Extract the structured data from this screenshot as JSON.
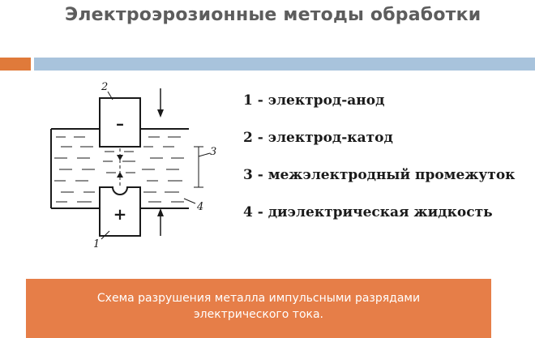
{
  "title": "Электроэрозионные методы обработки",
  "colors": {
    "accent_orange": "#e07a3a",
    "accent_blue": "#a8c3dc",
    "caption_bg": "#e67e48"
  },
  "diagram": {
    "labels": {
      "top_electrode_number": "2",
      "bottom_electrode_number": "1",
      "gap_number": "3",
      "fluid_number": "4"
    },
    "signs": {
      "top": "–",
      "bottom": "+"
    }
  },
  "legend": [
    {
      "text": "1 - электрод-анод"
    },
    {
      "text": "2 - электрод-катод"
    },
    {
      "text": "3 - межэлектродный промежуток"
    },
    {
      "text": "4 - диэлектрическая жидкость"
    }
  ],
  "caption": "Схема разрушения металла импульсными разрядами электрического тока."
}
